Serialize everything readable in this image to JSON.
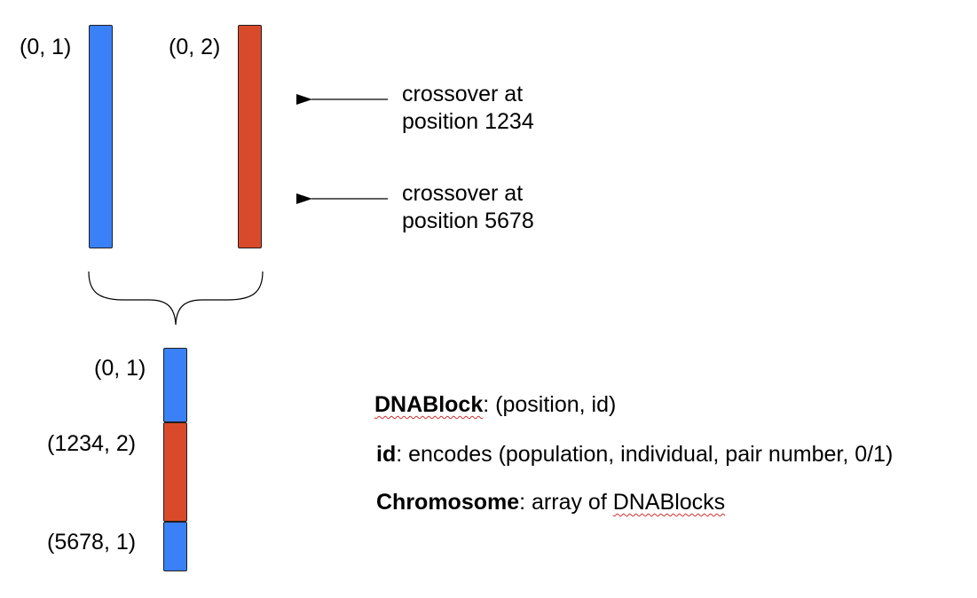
{
  "colors": {
    "parent_1": "#3a80f6",
    "parent_2": "#d94a2a"
  },
  "parents": {
    "left_label": "(0, 1)",
    "right_label": "(0, 2)"
  },
  "crossovers": [
    {
      "line1": "crossover at",
      "line2": "position 1234"
    },
    {
      "line1": "crossover at",
      "line2": "position 5678"
    }
  ],
  "child_segments": [
    {
      "label": "(0, 1)",
      "color": "blue"
    },
    {
      "label": "(1234, 2)",
      "color": "red"
    },
    {
      "label": "(5678, 1)",
      "color": "blue"
    }
  ],
  "legend": {
    "dnablock_term": "DNABlock",
    "dnablock_def": ": (position, id)",
    "id_term": "id",
    "id_def": ": encodes (population, individual, pair number, 0/1)",
    "chromosome_term": "Chromosome",
    "chromosome_def_prefix": ": array of ",
    "chromosome_def_word": "DNABlocks"
  }
}
